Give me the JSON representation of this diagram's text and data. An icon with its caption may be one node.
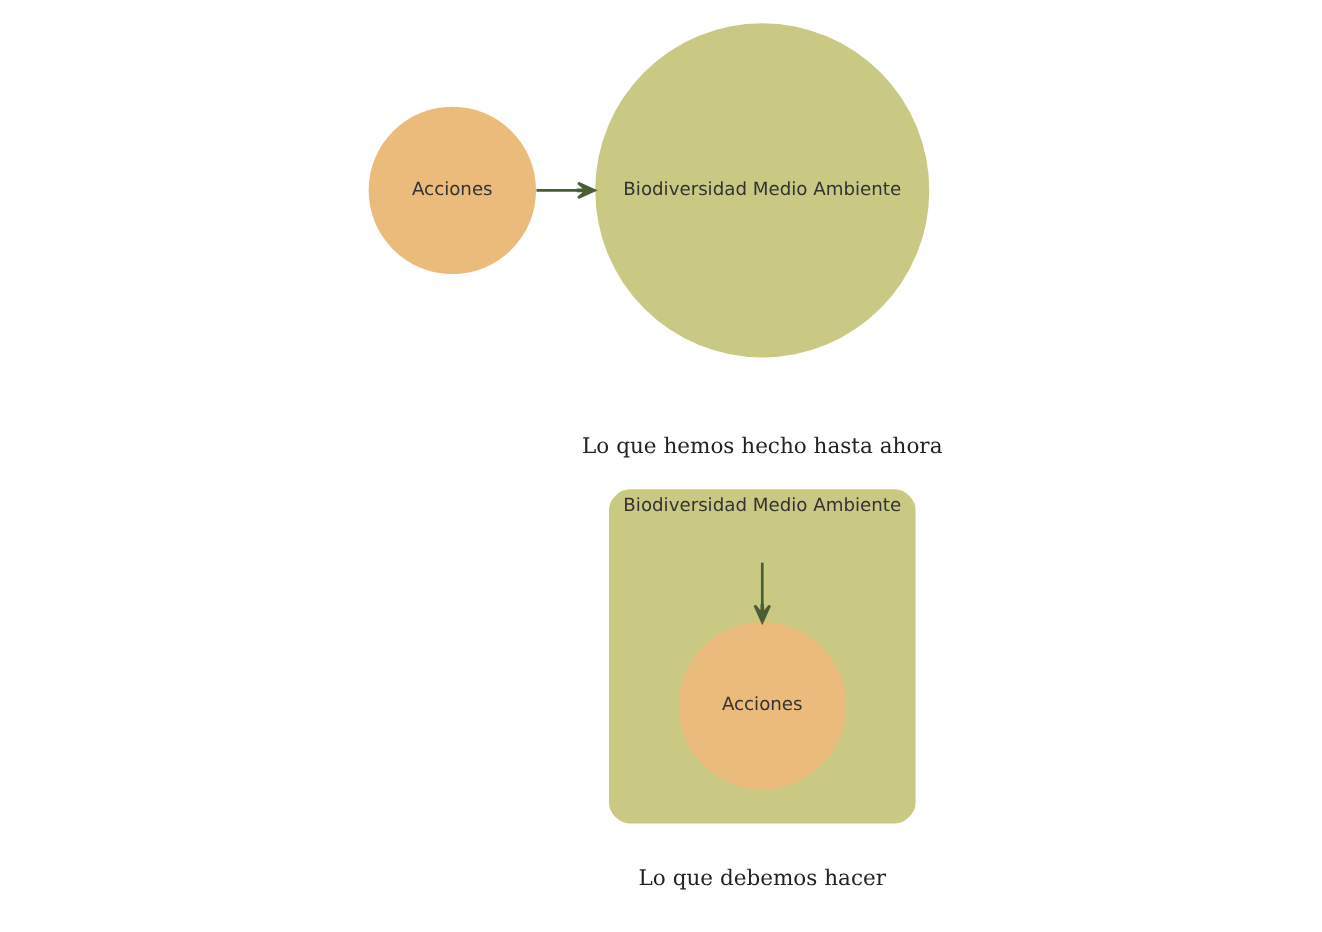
{
  "diagram": {
    "nodes": [
      {
        "text": [
          "Acciones"
        ]
      },
      {
        "text": [
          "Biodiversidad Medio Ambiente"
        ]
      },
      {
        "text": [
          "Biodiversidad Medio Ambiente"
        ]
      },
      {
        "text": [
          "Acciones"
        ],
        "in": 2
      }
    ],
    "edges": [
      {
        "from": 0,
        "to": 1,
        "arrow": "to"
      },
      {
        "from": null,
        "to": 3,
        "arrow": "to"
      }
    ],
    "labels": [
      "Lo que hemos hecho hasta ahora",
      "Lo que debemos hacer"
    ]
  }
}
